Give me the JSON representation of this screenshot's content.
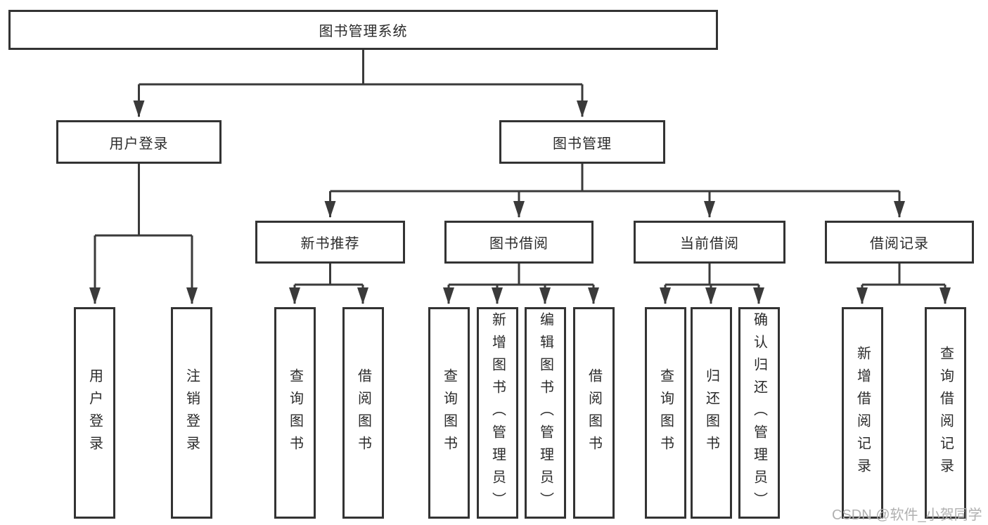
{
  "tree": {
    "label": "图书管理系统",
    "children": [
      {
        "label": "用户登录",
        "children": [
          {
            "label": "用户登录"
          },
          {
            "label": "注销登录"
          }
        ]
      },
      {
        "label": "图书管理",
        "children": [
          {
            "label": "新书推荐",
            "children": [
              {
                "label": "查询图书"
              },
              {
                "label": "借阅图书"
              }
            ]
          },
          {
            "label": "图书借阅",
            "children": [
              {
                "label": "查询图书"
              },
              {
                "label": "新增图书（管理员）"
              },
              {
                "label": "编辑图书（管理员）"
              },
              {
                "label": "借阅图书"
              }
            ]
          },
          {
            "label": "当前借阅",
            "children": [
              {
                "label": "查询图书"
              },
              {
                "label": "归还图书"
              },
              {
                "label": "确认归还（管理员）"
              }
            ]
          },
          {
            "label": "借阅记录",
            "children": [
              {
                "label": "新增借阅记录"
              },
              {
                "label": "查询借阅记录"
              }
            ]
          }
        ]
      }
    ]
  },
  "watermark": "CSDN @软件_小贺同学",
  "colors": {
    "line": "#3a3a3a",
    "border": "#333333",
    "fill": "#ffffff",
    "text": "#2b2b2b",
    "wm": "#b0b0b0"
  }
}
